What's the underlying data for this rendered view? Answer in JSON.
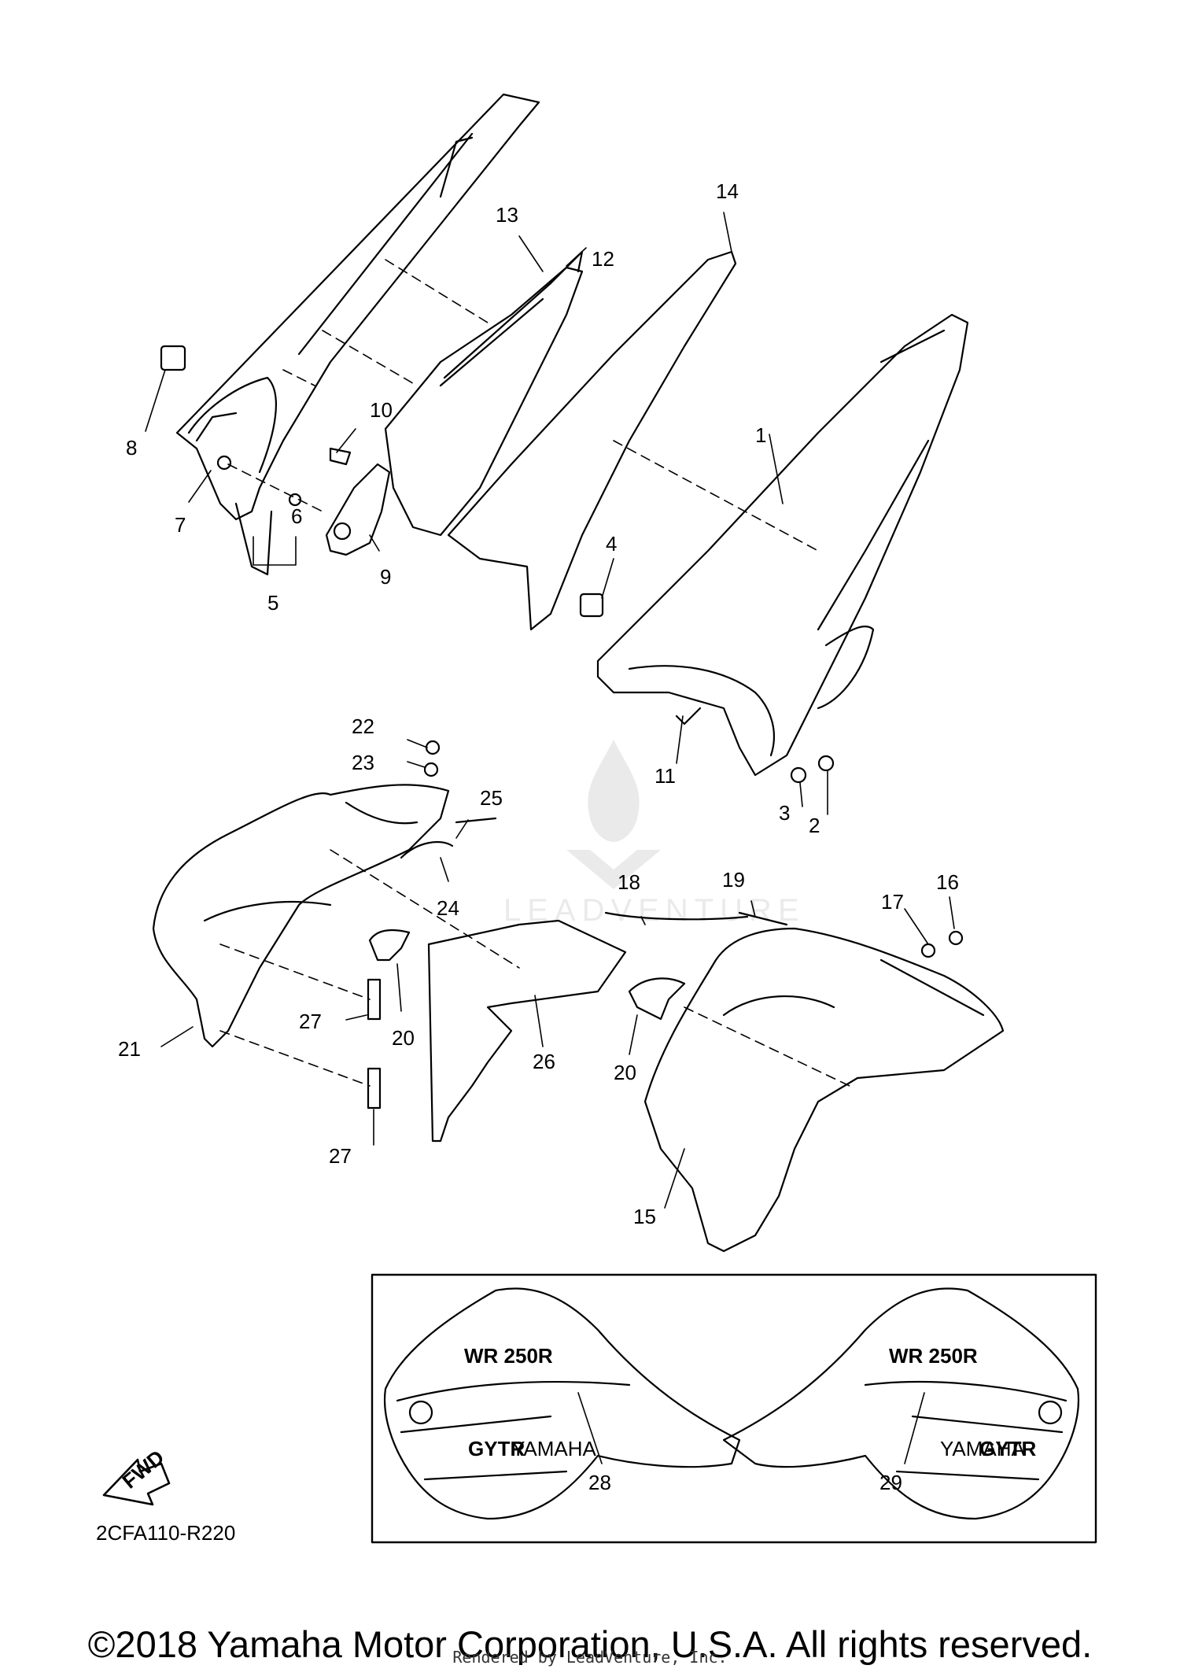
{
  "callouts": [
    "1",
    "2",
    "3",
    "4",
    "5",
    "6",
    "7",
    "8",
    "9",
    "10",
    "11",
    "12",
    "13",
    "14",
    "15",
    "16",
    "17",
    "18",
    "19",
    "20",
    "20",
    "21",
    "22",
    "23",
    "24",
    "25",
    "26",
    "27",
    "27",
    "28",
    "29"
  ],
  "diagram_code": "2CFA110-R220",
  "fwd_label": "FWD",
  "decal_text": {
    "model_left": "WR 250R",
    "model_right": "WR 250R",
    "gytr": "GYTR",
    "yamaha_small": "YAMAHA"
  },
  "watermark": "LEADVENTURE",
  "copyright": "©2018 Yamaha Motor Corporation, U.S.A. All rights reserved.",
  "rendered_by": "Rendered by LeadVenture, Inc."
}
